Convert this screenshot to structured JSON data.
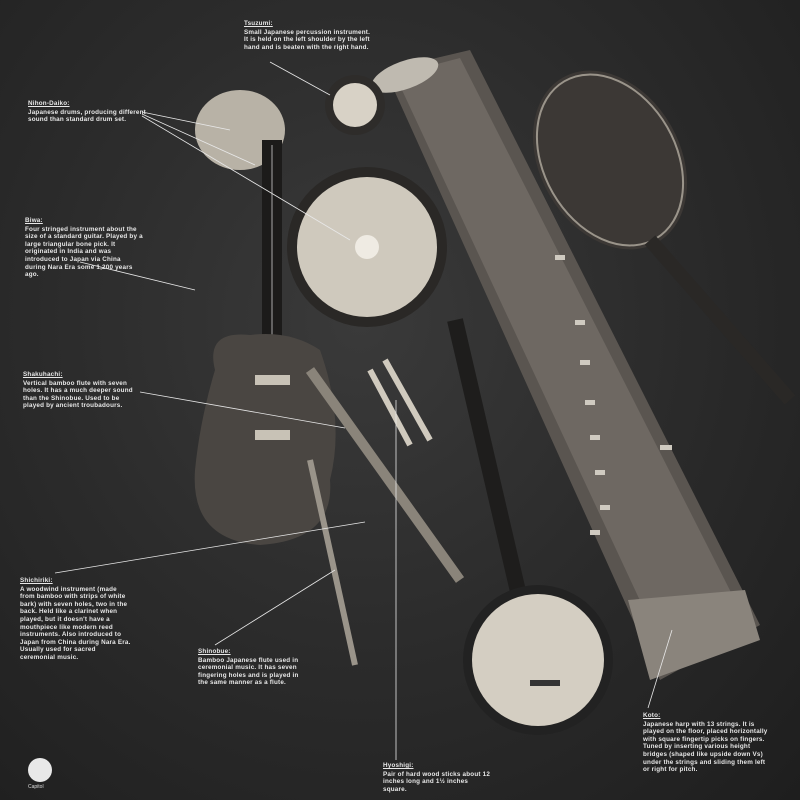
{
  "annotations": [
    {
      "id": "tsuzumi",
      "title": "Tsuzumi:",
      "text": "Small Japanese percussion instrument. It is held on the left shoulder by the left hand and is beaten with the right hand."
    },
    {
      "id": "nihon-daiko",
      "title": "Nihon-Daiko:",
      "text": "Japanese drums, producing different sound than standard drum set."
    },
    {
      "id": "biwa",
      "title": "Biwa:",
      "text": "Four stringed instrument about the size of a standard guitar. Played by a large triangular bone pick. It originated in India and was introduced to Japan via China during Nara Era some 1,200 years ago."
    },
    {
      "id": "shakuhachi",
      "title": "Shakuhachi:",
      "text": "Vertical bamboo flute with seven holes. It has a much deeper sound than the Shinobue. Used to be played by ancient troubadours."
    },
    {
      "id": "shichiriki",
      "title": "Shichiriki:",
      "text": "A woodwind instrument (made from bamboo with strips of white bark) with seven holes, two in the back. Held like a clarinet when played, but it doesn't have a mouthpiece like modern reed instruments. Also introduced to Japan from China during Nara Era. Usually used for sacred ceremonial music."
    },
    {
      "id": "shinobue",
      "title": "Shinobue:",
      "text": "Bamboo Japanese flute used in ceremonial music. It has seven fingering holes and is played in the same manner as a flute."
    },
    {
      "id": "hyoshigi",
      "title": "Hyoshigi:",
      "text": "Pair of hard wood sticks about 12 inches long and 1½ inches square."
    },
    {
      "id": "koto",
      "title": "Koto:",
      "text": "Japanese harp with 13 strings. It is played on the floor, placed horizontally with square fingertip picks on fingers. Tuned by inserting various height bridges (shaped like upside down Vs) under the strings and sliding them left or right for pitch."
    }
  ],
  "logo": {
    "label": "Capitol"
  }
}
